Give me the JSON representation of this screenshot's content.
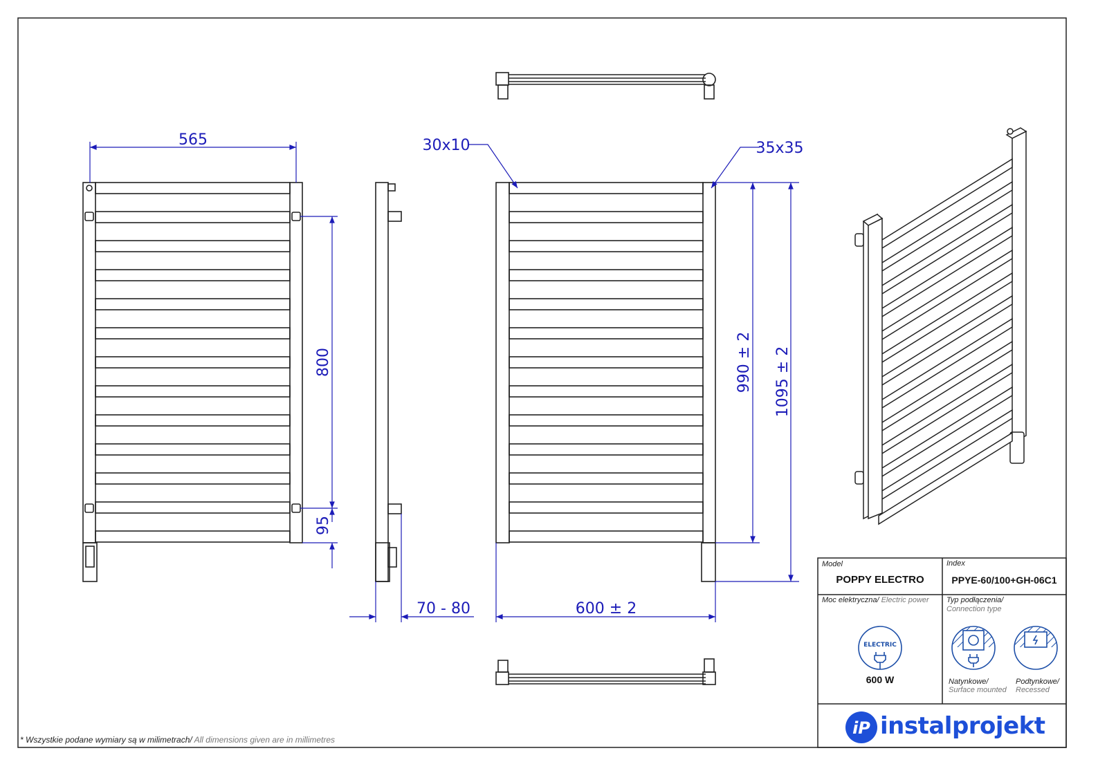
{
  "dimensions": {
    "width_565": "565",
    "height_800": "800",
    "offset_95": "95",
    "wall_distance": "70 - 80",
    "width_600": "600  ± 2",
    "height_990": "990  ± 2",
    "height_1095": "1095  ± 2",
    "bar_profile": "30x10",
    "post_profile": "35x35"
  },
  "title_block": {
    "model_label": "Model",
    "model_value": "POPPY ELECTRO",
    "index_label": "Index",
    "index_value": "PPYE-60/100+GH-06C1",
    "power_label_pl": "Moc elektryczna/",
    "power_label_en": " Electric power",
    "power_icon_text": "ELECTRIC",
    "power_value": "600 W",
    "connection_label_pl": "Typ podłączenia/",
    "connection_label_en": "Connection type",
    "surface_pl": "Natynkowe/",
    "surface_en": "Surface mounted",
    "recessed_pl": "Podtynkowe/",
    "recessed_en": "Recessed",
    "brand": "instalprojekt"
  },
  "footnote": {
    "pl": "* Wszystkie podane wymiary są w milimetrach/",
    "en": " All dimensions given are in millimetres"
  },
  "colors": {
    "dimension": "#1c1cb8",
    "brand": "#1d4fd8",
    "line": "#222222"
  }
}
